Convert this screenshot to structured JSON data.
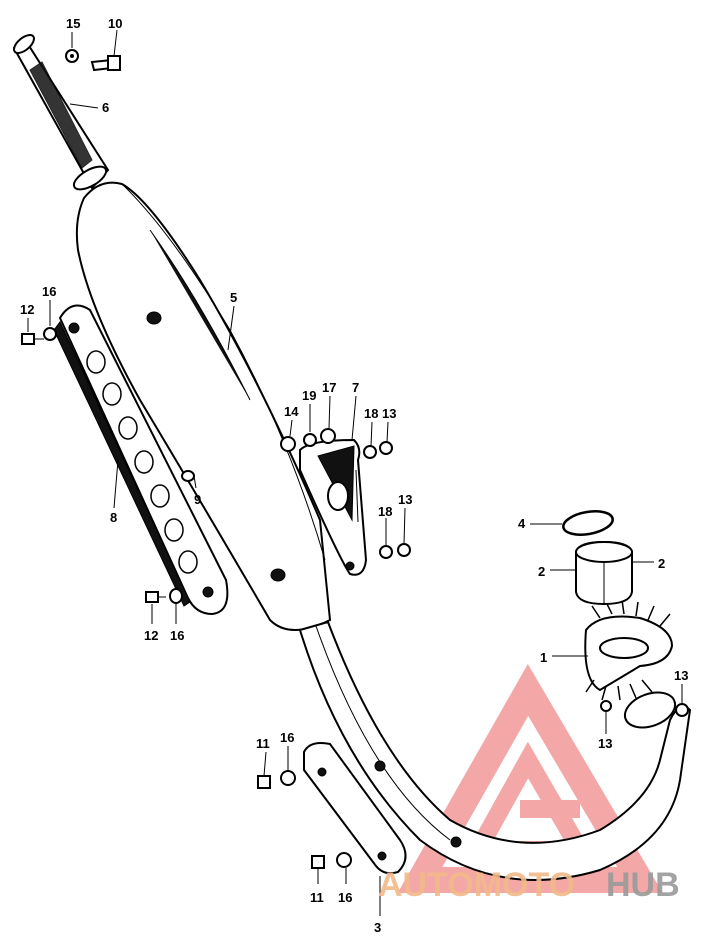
{
  "labels": {
    "p1": "1",
    "p2a": "2",
    "p2b": "2",
    "p3": "3",
    "p4": "4",
    "p5": "5",
    "p6": "6",
    "p7": "7",
    "p8": "8",
    "p9": "9",
    "p10": "10",
    "p11a": "11",
    "p11b": "11",
    "p12a": "12",
    "p12b": "12",
    "p13a": "13",
    "p13b": "13",
    "p13c": "13",
    "p13d": "13",
    "p14": "14",
    "p15": "15",
    "p16a": "16",
    "p16b": "16",
    "p16c": "16",
    "p16d": "16",
    "p17": "17",
    "p18a": "18",
    "p18b": "18",
    "p19": "19"
  },
  "watermark": {
    "part1": "AUTOMOTO",
    "part2": "HUB",
    "color_logo": "#f08a8a",
    "color_text1": "#f2b98a",
    "color_text2": "#9a9a9a"
  }
}
